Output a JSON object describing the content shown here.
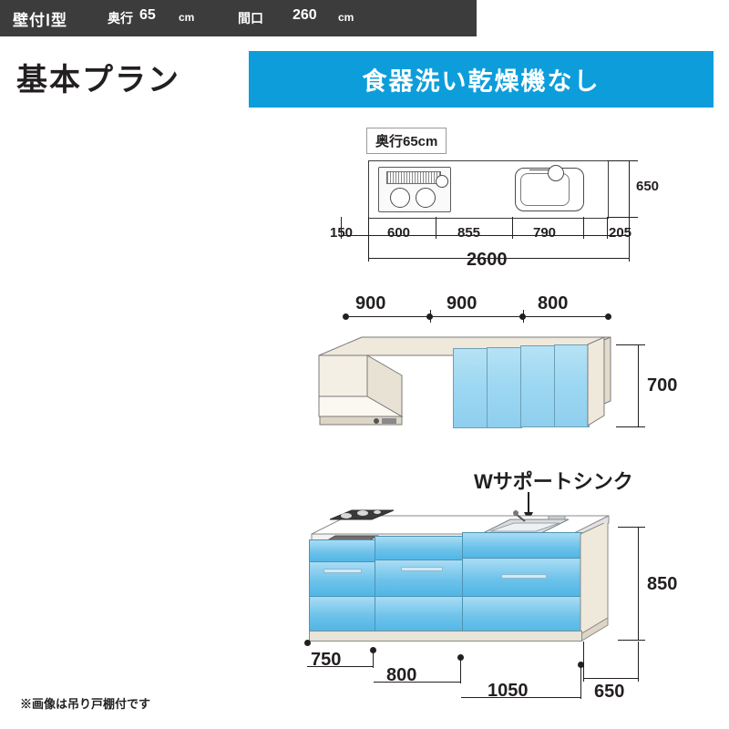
{
  "header": {
    "type_label": "壁付Ⅰ型",
    "depth_label": "奥行",
    "depth_value": "65",
    "depth_unit": "cm",
    "width_label": "間口",
    "width_value": "260",
    "width_unit": "cm",
    "plan_title": "基本プラン",
    "banner": "食器洗い乾燥機なし"
  },
  "plan_view": {
    "depth_box": "奥行65cm",
    "depth_dim": "650",
    "segments": [
      "150",
      "600",
      "855",
      "790",
      "205"
    ],
    "total": "2600"
  },
  "upper": {
    "widths": [
      "900",
      "900",
      "800"
    ],
    "height": "700"
  },
  "base": {
    "sink_label": "Wサポートシンク",
    "height": "850",
    "depth": "650",
    "widths": [
      "750",
      "800",
      "1050"
    ]
  },
  "footnote": "※画像は吊り戸棚付です",
  "colors": {
    "banner_blue": "#0d9ddb",
    "header_dark": "#3c3c3c",
    "door_blue": "#6cc2ea",
    "ink": "#231f20"
  }
}
